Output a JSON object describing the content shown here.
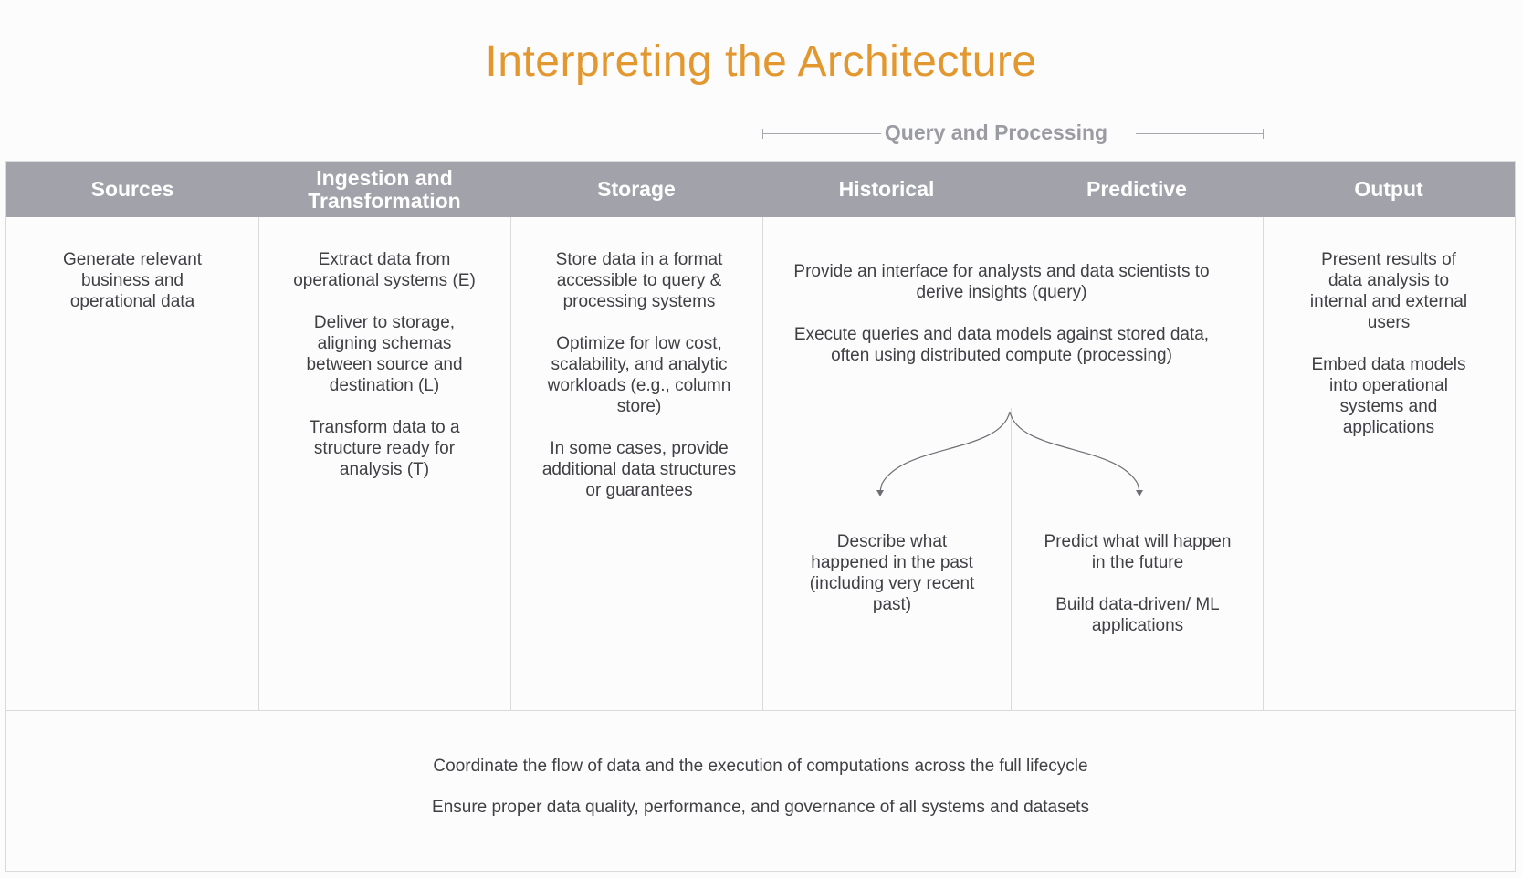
{
  "title": "Interpreting the Architecture",
  "group_label": "Query and Processing",
  "columns": {
    "sources": {
      "header": "Sources",
      "paragraphs": [
        "Generate relevant business and operational data"
      ]
    },
    "ingestion": {
      "header": "Ingestion and Transformation",
      "paragraphs": [
        "Extract data from operational systems (E)",
        "Deliver to storage, aligning schemas between source and destination (L)",
        "Transform data to a structure ready for analysis (T)"
      ]
    },
    "storage": {
      "header": "Storage",
      "paragraphs": [
        "Store data in a format accessible to query & processing systems",
        "Optimize for low cost, scalability, and analytic workloads (e.g., column store)",
        "In some cases, provide additional data structures or guarantees"
      ]
    },
    "historical": {
      "header": "Historical",
      "paragraphs": [
        "Describe what happened in the past (including very recent past)"
      ]
    },
    "predictive": {
      "header": "Predictive",
      "paragraphs": [
        "Predict what will happen in the future",
        "Build data-driven/ ML applications"
      ]
    },
    "output": {
      "header": "Output",
      "paragraphs": [
        "Present results of data analysis to internal and external users",
        "Embed data models into operational systems and applications"
      ]
    }
  },
  "query_processing": {
    "paragraphs": [
      "Provide an interface for analysts and data scientists to derive insights (query)",
      "Execute queries and data models against stored data, often using distributed compute (processing)"
    ]
  },
  "footer": {
    "lines": [
      "Coordinate the flow of data and the execution of computations across the full lifecycle",
      "Ensure proper data quality, performance, and governance of all systems and datasets"
    ]
  },
  "colors": {
    "title": "#e3982f",
    "header_bg": "#a2a3aa",
    "header_text": "#ffffff",
    "group_label": "#9b9ca2",
    "body_text": "#3f3f44",
    "grid": "#dadadd"
  }
}
